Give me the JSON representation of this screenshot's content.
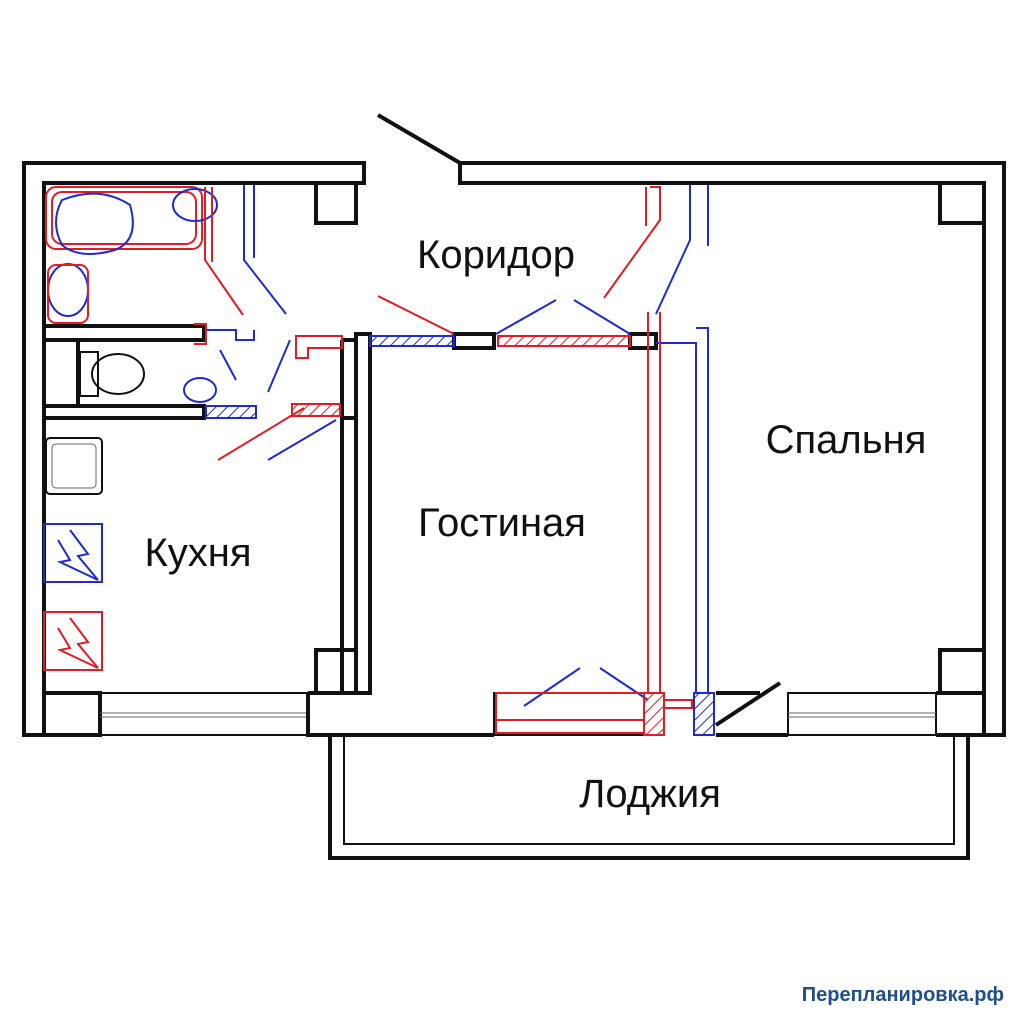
{
  "rooms": {
    "corridor": "Коридор",
    "bedroom": "Спальня",
    "living": "Гостиная",
    "kitchen": "Кухня",
    "loggia": "Лоджия"
  },
  "watermark": "Перепланировка.рф",
  "colors": {
    "wall": "#111111",
    "demolish": "#e31b23",
    "new": "#1d2bd0",
    "watermark": "#1f4e8c"
  }
}
